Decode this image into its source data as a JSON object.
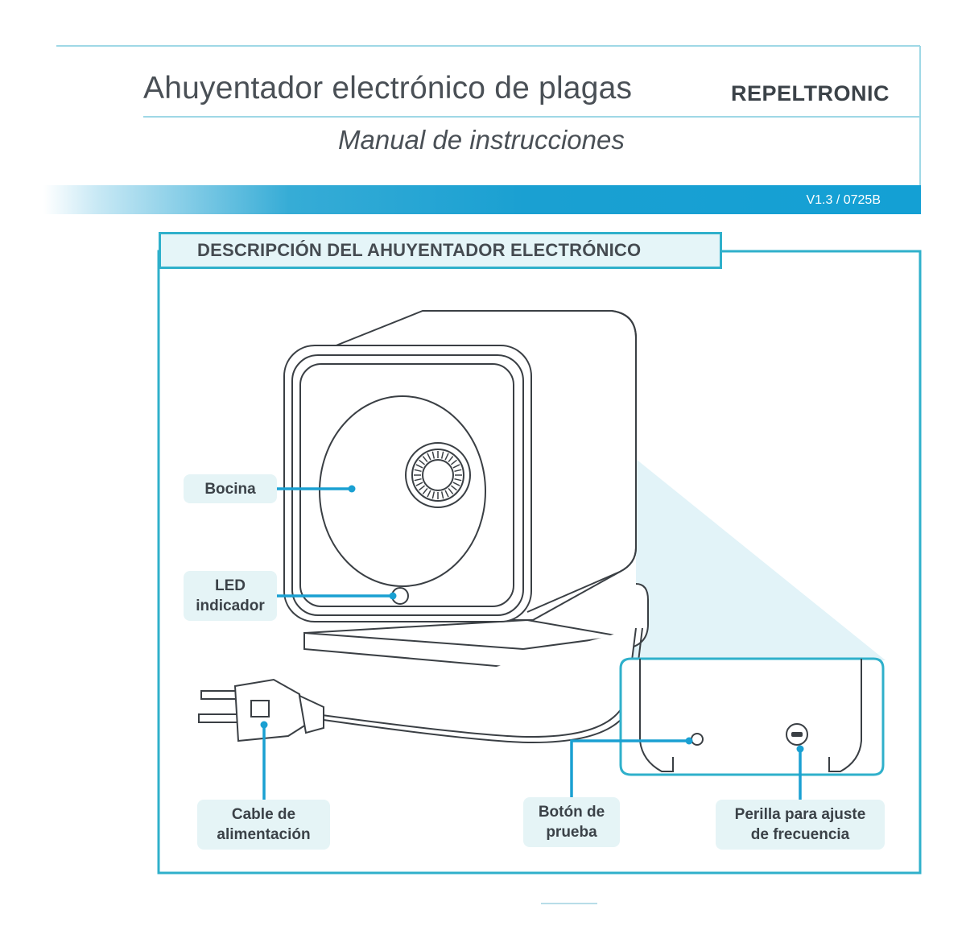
{
  "header": {
    "title": "Ahuyentador electrónico de plagas",
    "brand": "REPELTRONIC",
    "subtitle": "Manual de instrucciones",
    "version": "V1.3 / 0725B"
  },
  "section": {
    "title": "DESCRIPCIÓN DEL AHUYENTADOR ELECTRÓNICO"
  },
  "callouts": {
    "bocina": "Bocina",
    "led_line1": "LED",
    "led_line2": "indicador",
    "cable_line1": "Cable de",
    "cable_line2": "alimentación",
    "boton_line1": "Botón de",
    "boton_line2": "prueba",
    "perilla_line1": "Perilla para ajuste",
    "perilla_line2": "de frecuencia"
  },
  "colors": {
    "accent": "#14a0d4",
    "frame": "#2fb0cb",
    "callout_bg": "#e5f4f6",
    "outline": "#3a3f44"
  }
}
